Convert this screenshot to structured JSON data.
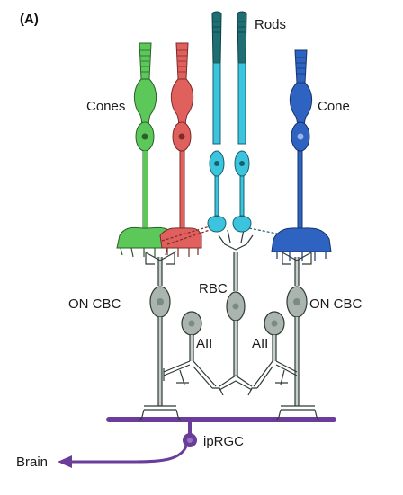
{
  "figure": {
    "panel_label": "(A)",
    "labels": {
      "rods": "Rods",
      "cones": "Cones",
      "cone": "Cone",
      "rbc": "RBC",
      "on_cbc_left": "ON CBC",
      "on_cbc_right": "ON CBC",
      "aii_left": "AII",
      "aii_right": "AII",
      "iprgc": "ipRGC",
      "brain": "Brain"
    },
    "colors": {
      "green_cone": "#5cc85a",
      "red_cone": "#e0605e",
      "rod": "#3cc3de",
      "rod_outer": "#1f6e73",
      "blue_cone": "#2e63c2",
      "bipolar_gray": "#a9b5ae",
      "iprgc_purple": "#6a3d9a"
    }
  }
}
